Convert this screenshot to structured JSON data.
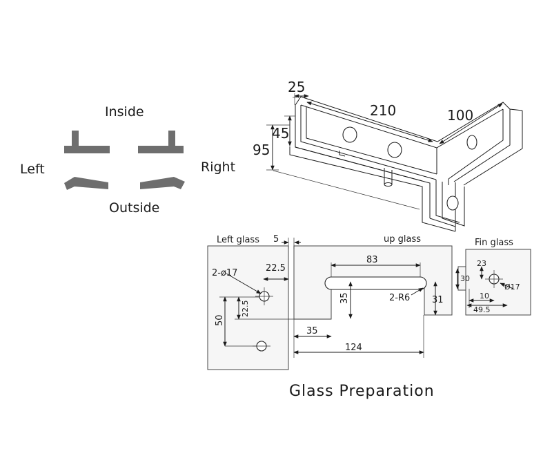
{
  "orientation": {
    "inside": "Inside",
    "outside": "Outside",
    "left": "Left",
    "right": "Right"
  },
  "clamp_dims": {
    "d25": "25",
    "d210": "210",
    "d100": "100",
    "d45": "45",
    "d95": "95"
  },
  "glass_prep": {
    "title": "Glass Preparation",
    "left_glass": {
      "label": "Left glass",
      "holes": "2-ø17",
      "d22_5_h": "22.5",
      "d22_5_v": "22.5",
      "d50": "50"
    },
    "up_glass": {
      "label": "up glass",
      "gap": "5",
      "d83": "83",
      "d35_v": "35",
      "radius": "2-R6",
      "d31": "31",
      "d35_h": "35",
      "d124": "124"
    },
    "fin_glass": {
      "label": "Fin glass",
      "d23": "23",
      "d30": "30",
      "hole": "Ø17",
      "d10": "10",
      "d49_5": "49.5"
    }
  }
}
